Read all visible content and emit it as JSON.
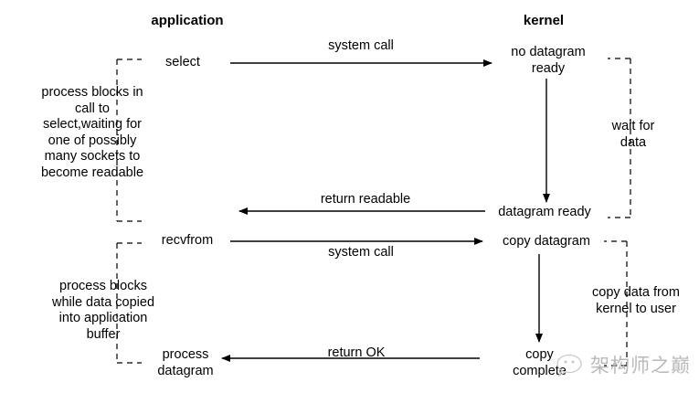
{
  "diagram": {
    "title_left": "application",
    "title_right": "kernel",
    "columns": {
      "application": "application",
      "kernel": "kernel"
    },
    "steps": {
      "select_call": "select",
      "no_datagram_ready": "no datagram\nready",
      "datagram_ready": "datagram ready",
      "recvfrom_call": "recvfrom",
      "copy_datagram": "copy datagram",
      "process_datagram": "process\ndatagram",
      "copy_complete": "copy\ncomplete"
    },
    "arrows": {
      "system_call_1": "system call",
      "return_readable": "return readable",
      "system_call_2": "system call",
      "return_ok": "return OK"
    },
    "notes": {
      "app_block_select": "process blocks in\ncall to\nselect,waiting for\none of possibly\nmany sockets to\nbecome readable",
      "kernel_wait": "wait for\ndata",
      "app_block_copy": "process blocks\nwhile data copied\ninto application\nbuffer",
      "kernel_copy": "copy data from\nkernel to user"
    },
    "watermark": {
      "text": "架构师之巅",
      "icon": "chat-bubble-icon",
      "color": "#b9b9b9"
    },
    "colors": {
      "background": "#ffffff",
      "stroke": "#000000",
      "text": "#000000"
    }
  }
}
